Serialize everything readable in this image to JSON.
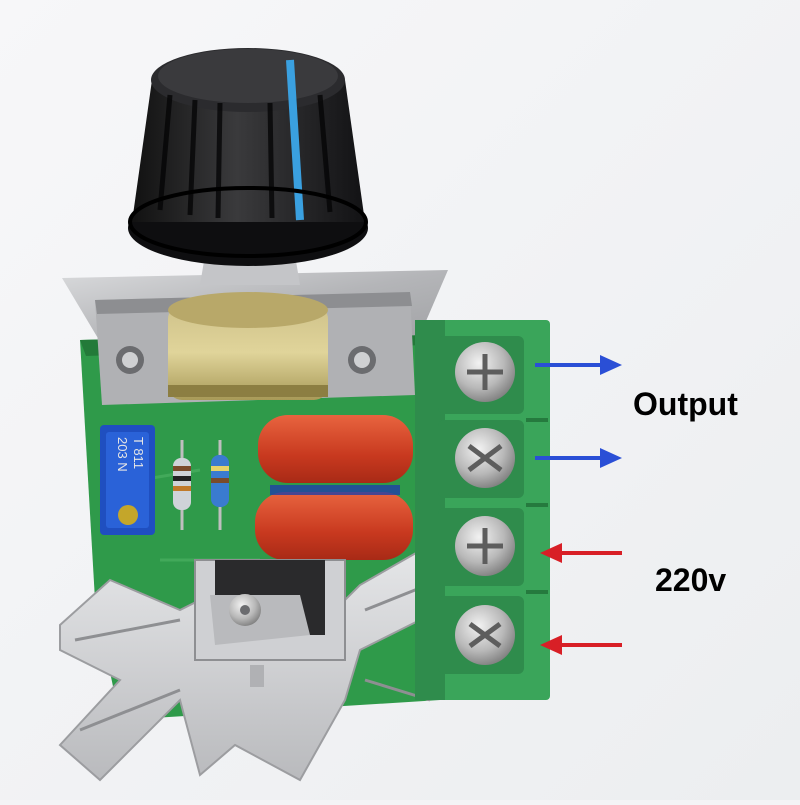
{
  "labels": {
    "output": "Output",
    "input": "220v"
  },
  "component_markings": {
    "trimmer_line1": "203 N",
    "trimmer_line2": "T 811"
  },
  "arrows": [
    {
      "name": "output-arrow-1",
      "direction": "right",
      "color": "#2a4fd6"
    },
    {
      "name": "output-arrow-2",
      "direction": "right",
      "color": "#2a4fd6"
    },
    {
      "name": "input-arrow-1",
      "direction": "left",
      "color": "#d81f26"
    },
    {
      "name": "input-arrow-2",
      "direction": "left",
      "color": "#d81f26"
    }
  ],
  "colors": {
    "background": "#f4f4f6",
    "pcb": "#2f9a4a",
    "terminal_block": "#3aa55a",
    "knob": "#1a1a1c",
    "knob_stripe": "#3aa0e0",
    "capacitor": "#d2452a",
    "heatsink": "#c8c9cc",
    "bracket": "#a9aaab"
  }
}
